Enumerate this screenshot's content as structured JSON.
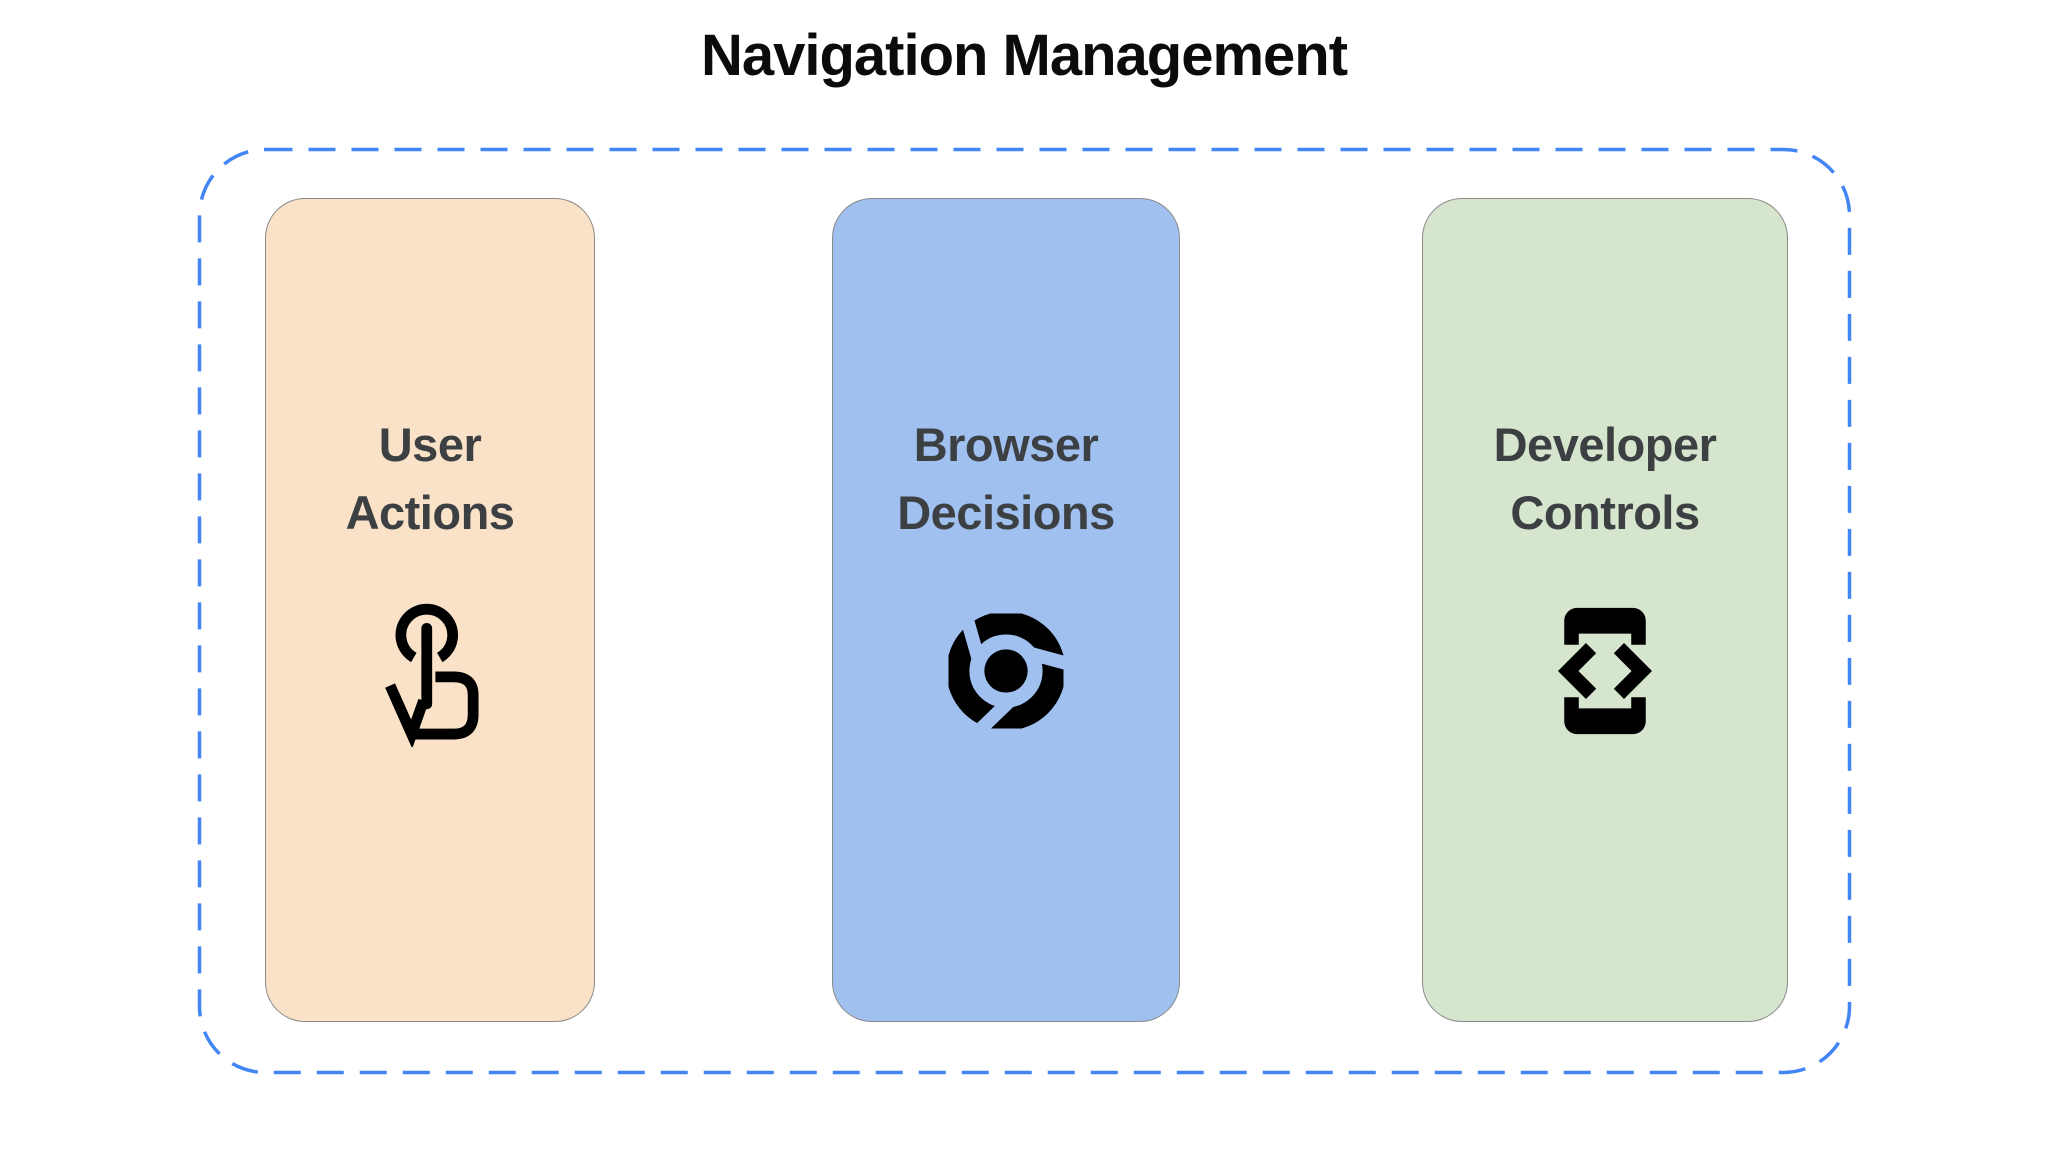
{
  "title": "Navigation Management",
  "frame": {
    "border_color": "#4285f4",
    "style": "dashed"
  },
  "cards": [
    {
      "id": "user-actions",
      "label": "User\nActions",
      "bg_color": "#f9e2c8",
      "icon": "touch-gesture-icon"
    },
    {
      "id": "browser-decisions",
      "label": "Browser\nDecisions",
      "bg_color": "#a0c0f0",
      "icon": "chrome-browser-icon"
    },
    {
      "id": "developer-controls",
      "label": "Developer\nControls",
      "bg_color": "#d6e5cd",
      "icon": "developer-mode-icon"
    }
  ],
  "colors": {
    "title_text": "#0b0b0b",
    "label_text": "#3c4043",
    "card_border": "#8a8a8a",
    "icon": "#000000"
  }
}
